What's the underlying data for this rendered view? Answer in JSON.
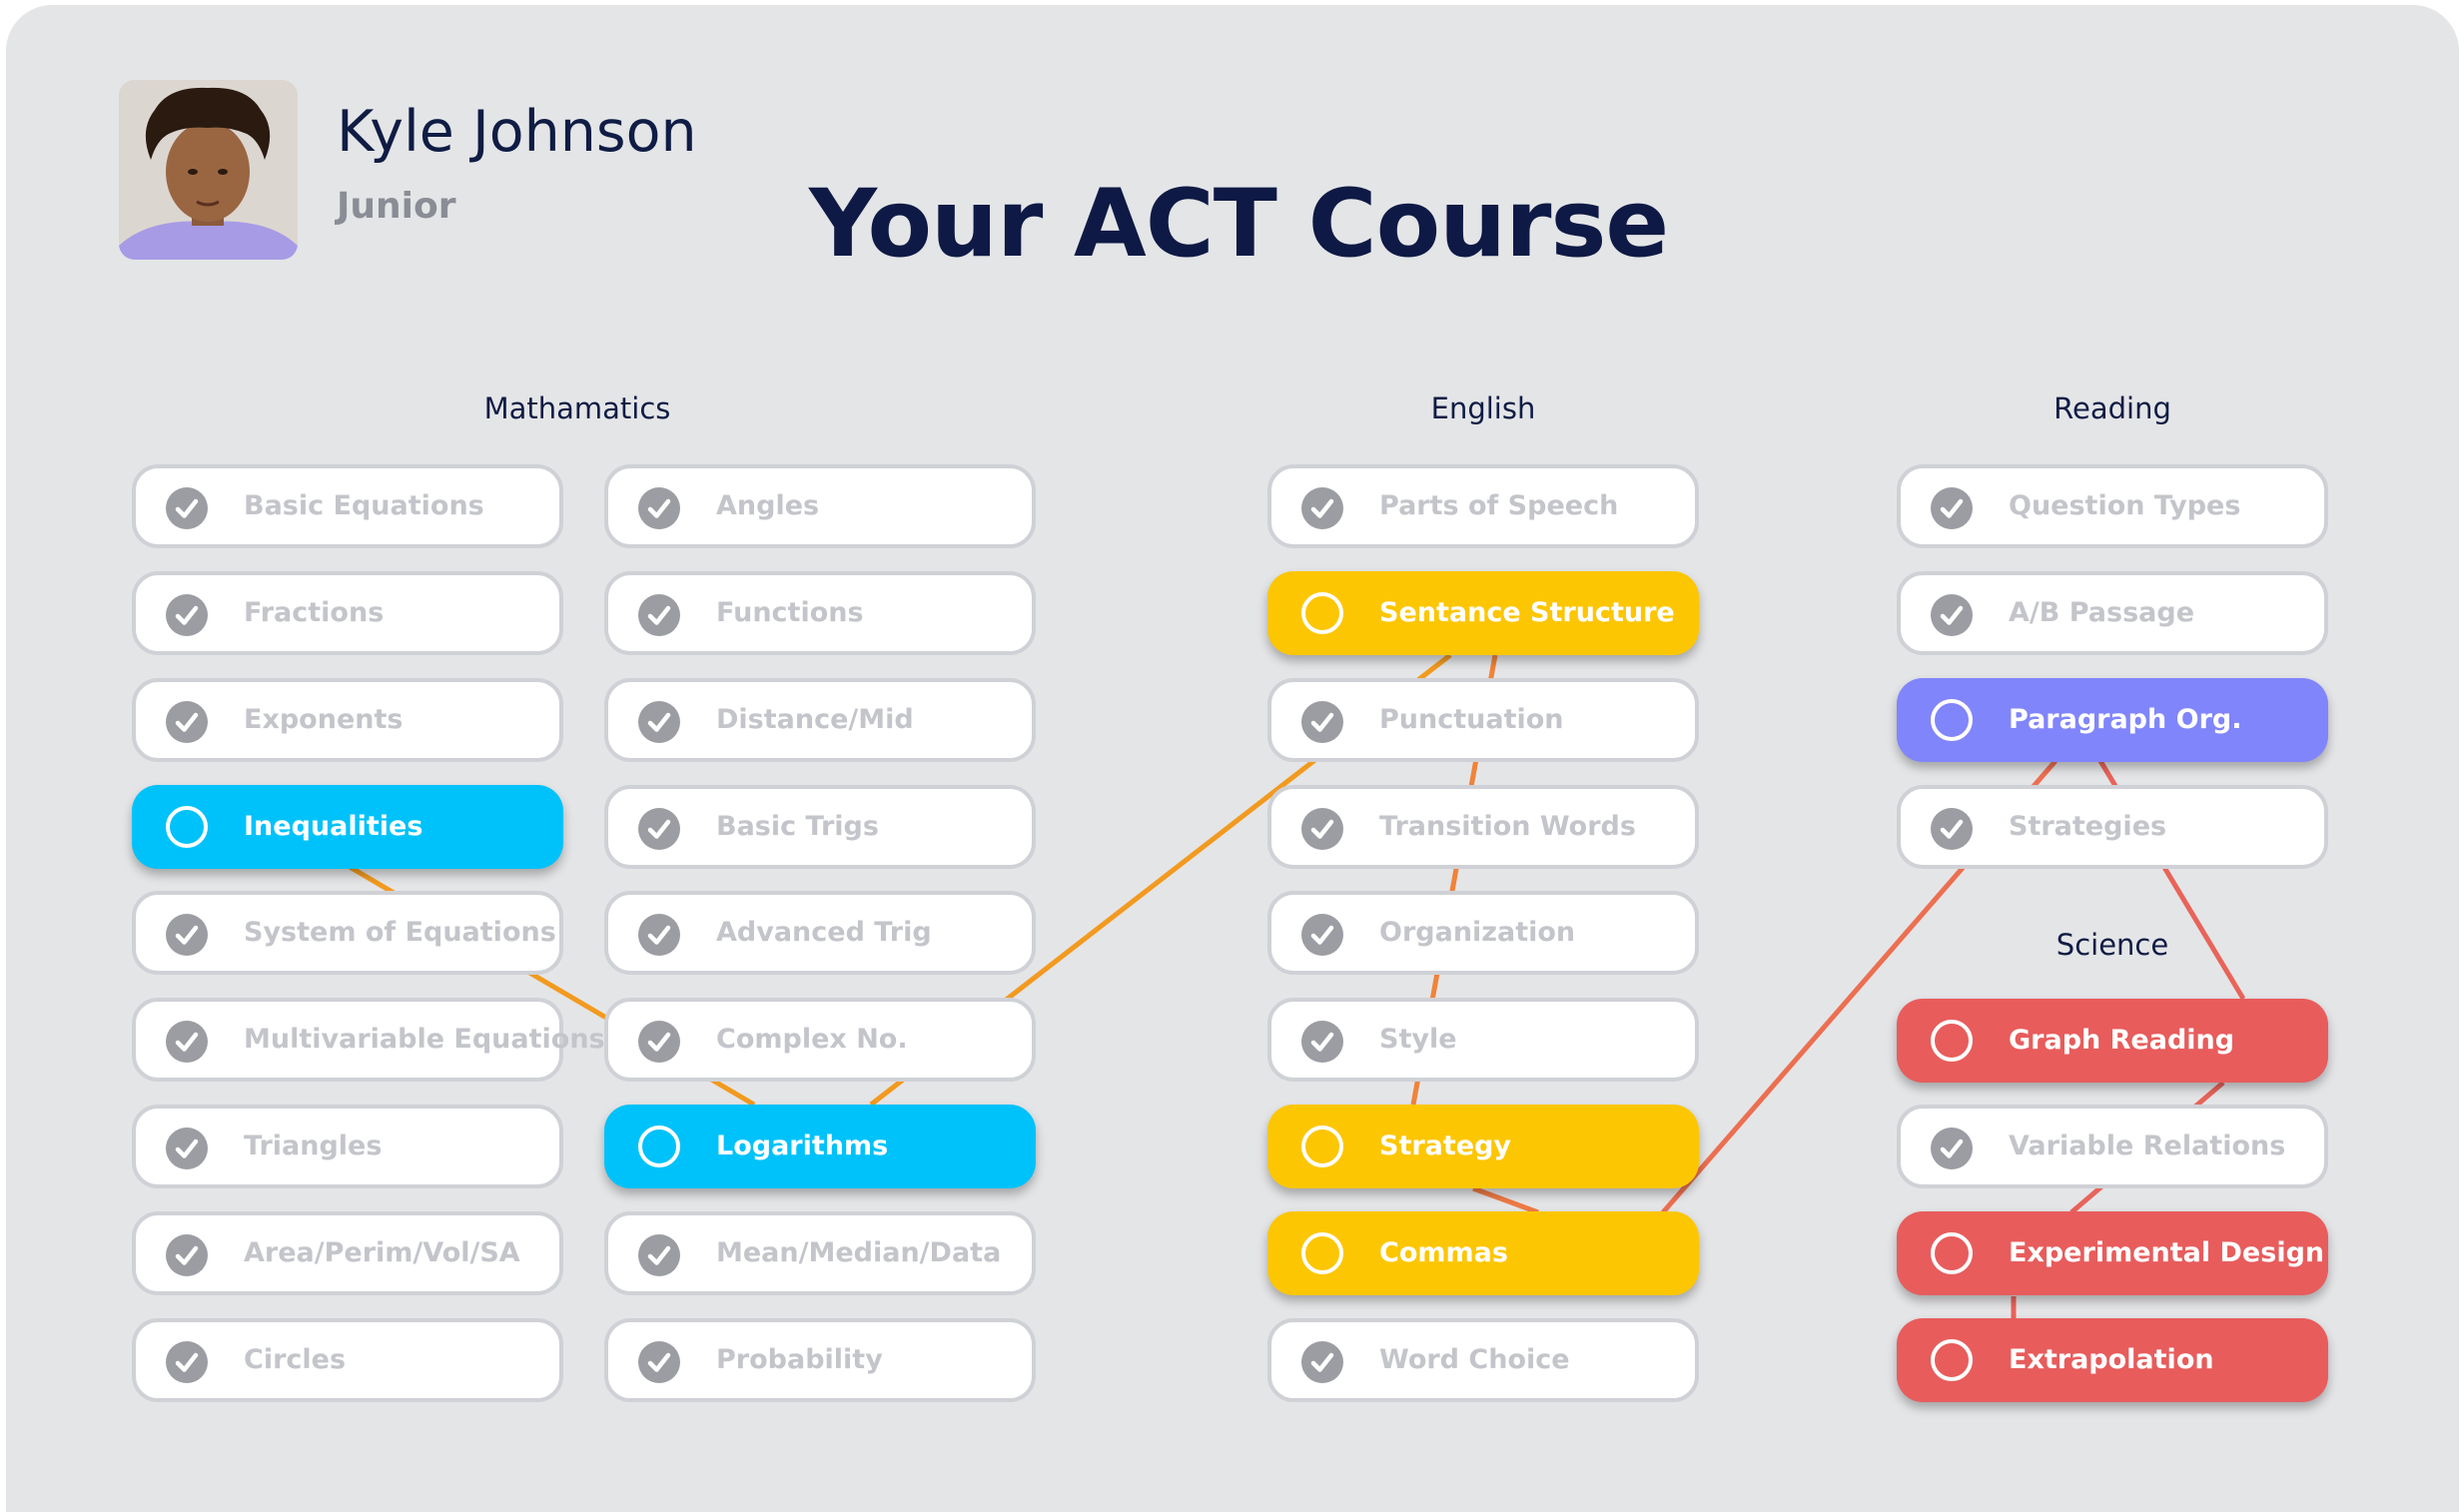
{
  "student": {
    "name": "Kyle Johnson",
    "grade": "Junior"
  },
  "course_title": "Your ACT Course",
  "icons": {
    "completed": "check-circle-icon",
    "in_progress": "empty-circle-icon"
  },
  "colors": {
    "mathematics": "#00c2fa",
    "english": "#fdc603",
    "reading": "#8085fb",
    "science": "#e85c5c",
    "connector_orange": "#f29a1f",
    "connector_red": "#e86a52",
    "title": "#0e1a45",
    "completed": "#9b9da3"
  },
  "subjects": {
    "mathematics": {
      "title": "Mathamatics",
      "column_1": [
        {
          "label": "Basic Equations",
          "status": "completed"
        },
        {
          "label": "Fractions",
          "status": "completed"
        },
        {
          "label": "Exponents",
          "status": "completed"
        },
        {
          "label": "Inequalities",
          "status": "in-progress"
        },
        {
          "label": "System of Equations",
          "status": "completed"
        },
        {
          "label": "Multivariable Equations",
          "status": "completed"
        },
        {
          "label": "Triangles",
          "status": "completed"
        },
        {
          "label": "Area/Perim/Vol/SA",
          "status": "completed"
        },
        {
          "label": "Circles",
          "status": "completed"
        }
      ],
      "column_2": [
        {
          "label": "Angles",
          "status": "completed"
        },
        {
          "label": "Functions",
          "status": "completed"
        },
        {
          "label": "Distance/Mid",
          "status": "completed"
        },
        {
          "label": "Basic Trigs",
          "status": "completed"
        },
        {
          "label": "Advanced Trig",
          "status": "completed"
        },
        {
          "label": "Complex No.",
          "status": "completed"
        },
        {
          "label": "Logarithms",
          "status": "in-progress"
        },
        {
          "label": "Mean/Median/Data",
          "status": "completed"
        },
        {
          "label": "Probability",
          "status": "completed"
        }
      ]
    },
    "english": {
      "title": "English",
      "items": [
        {
          "label": "Parts of Speech",
          "status": "completed"
        },
        {
          "label": "Sentance Structure",
          "status": "in-progress"
        },
        {
          "label": "Punctuation",
          "status": "completed"
        },
        {
          "label": "Transition Words",
          "status": "completed"
        },
        {
          "label": "Organization",
          "status": "completed"
        },
        {
          "label": "Style",
          "status": "completed"
        },
        {
          "label": "Strategy",
          "status": "in-progress"
        },
        {
          "label": "Commas",
          "status": "in-progress"
        },
        {
          "label": "Word Choice",
          "status": "completed"
        }
      ]
    },
    "reading": {
      "title": "Reading",
      "items": [
        {
          "label": "Question Types",
          "status": "completed"
        },
        {
          "label": "A/B Passage",
          "status": "completed"
        },
        {
          "label": "Paragraph Org.",
          "status": "in-progress"
        },
        {
          "label": "Strategies",
          "status": "completed"
        }
      ]
    },
    "science": {
      "title": "Science",
      "items": [
        {
          "label": "Graph Reading",
          "status": "in-progress"
        },
        {
          "label": "Variable Relations",
          "status": "completed"
        },
        {
          "label": "Experimental Design",
          "status": "in-progress"
        },
        {
          "label": "Extrapolation",
          "status": "in-progress"
        }
      ]
    }
  },
  "learning_path": [
    "Inequalities",
    "Logarithms",
    "Sentance Structure",
    "Strategy",
    "Commas",
    "Paragraph Org.",
    "Graph Reading",
    "Experimental Design",
    "Extrapolation"
  ]
}
